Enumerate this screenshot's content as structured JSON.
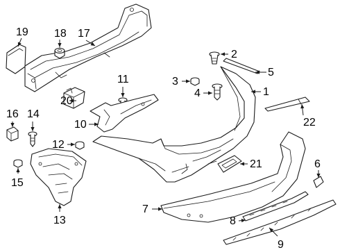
{
  "diagram": {
    "callouts": [
      {
        "id": "19",
        "label": "19"
      },
      {
        "id": "18",
        "label": "18"
      },
      {
        "id": "17",
        "label": "17"
      },
      {
        "id": "2",
        "label": "2"
      },
      {
        "id": "5",
        "label": "5"
      },
      {
        "id": "3",
        "label": "3"
      },
      {
        "id": "4",
        "label": "4"
      },
      {
        "id": "1",
        "label": "1"
      },
      {
        "id": "11",
        "label": "11"
      },
      {
        "id": "20",
        "label": "20"
      },
      {
        "id": "10",
        "label": "10"
      },
      {
        "id": "22",
        "label": "22"
      },
      {
        "id": "16",
        "label": "16"
      },
      {
        "id": "14",
        "label": "14"
      },
      {
        "id": "12",
        "label": "12"
      },
      {
        "id": "6",
        "label": "6"
      },
      {
        "id": "21",
        "label": "21"
      },
      {
        "id": "15",
        "label": "15"
      },
      {
        "id": "13",
        "label": "13"
      },
      {
        "id": "7",
        "label": "7"
      },
      {
        "id": "8",
        "label": "8"
      },
      {
        "id": "9",
        "label": "9"
      }
    ]
  }
}
